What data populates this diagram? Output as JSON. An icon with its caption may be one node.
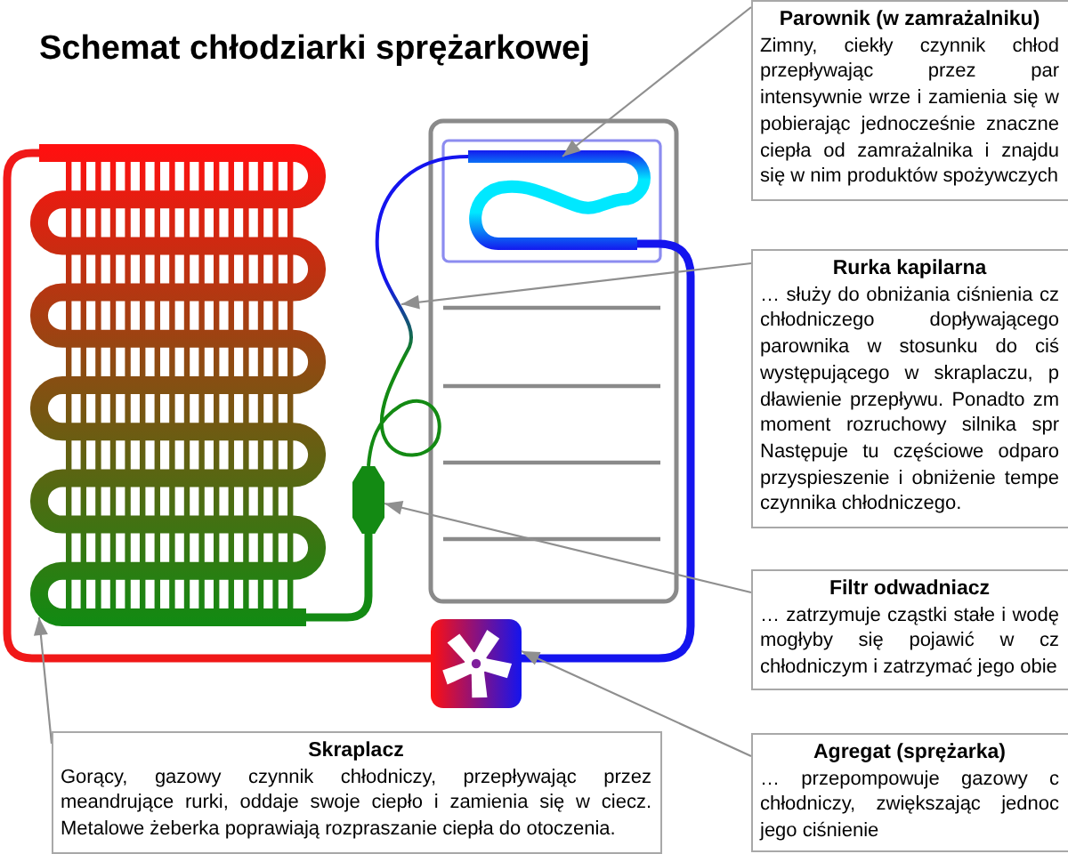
{
  "diagram": {
    "title": "Schemat chłodziarki sprężarkowej",
    "nodes": [
      {
        "text": [
          "Parownik (w zamrażalniku)",
          "Zimny, ciekły czynnik chłod przepływając przez par intensywnie wrze i zamienia się w pobierając jednocześnie znaczne ciepła od zamrażalnika i znajdu się w nim produktów spożywczych"
        ]
      },
      {
        "text": [
          "Rurka kapilarna",
          "… służy do obniżania ciśnienia cz chłodniczego dopływającego parownika w stosunku do ciś występującego w skraplaczu, p dławienie przepływu. Ponadto zm moment rozruchowy silnika spr Następuje tu częściowe odparo przyspieszenie i obniżenie tempe czynnika chłodniczego."
        ]
      },
      {
        "text": [
          "Filtr odwadniacz",
          "… zatrzymuje cząstki stałe i wodę mogłyby się pojawić w cz chłodniczym i zatrzymać jego obie"
        ]
      },
      {
        "text": [
          "Agregat (sprężarka)",
          "… przepompowuje gazowy c chłodniczy, zwiększając jednoc jego ciśnienie"
        ]
      },
      {
        "text": [
          "Skraplacz",
          "Gorący, gazowy czynnik chłodniczy, przepływając przez meandrujące rurki, oddaje swoje ciepło i zamienia się w ciecz. Metalowe żeberka poprawiają rozpraszanie ciepła do otoczenia."
        ]
      },
      {
        "text": [],
        "shape": "picture"
      },
      {
        "text": [],
        "shape": "capsule"
      },
      {
        "text": [],
        "shape": "tube"
      },
      {
        "text": [],
        "shape": "picture"
      },
      {
        "text": [],
        "shape": "picture"
      }
    ],
    "edges": [
      {
        "from": 0,
        "to": 9,
        "arrow": "to"
      },
      {
        "from": 1,
        "to": 7,
        "arrow": "to"
      },
      {
        "from": 2,
        "to": 6,
        "arrow": "to"
      },
      {
        "from": 3,
        "to": 8,
        "arrow": "to"
      },
      {
        "from": 4,
        "to": 5,
        "arrow": "to"
      },
      {
        "from": 8,
        "to": 5,
        "arrow": "none",
        "style": "thick",
        "color": "#f01818"
      },
      {
        "from": 5,
        "to": 6,
        "arrow": "none",
        "style": "thick",
        "color": "#138a13"
      },
      {
        "from": 9,
        "to": 8,
        "arrow": "none",
        "style": "thick",
        "color": "#1414ee"
      }
    ]
  }
}
